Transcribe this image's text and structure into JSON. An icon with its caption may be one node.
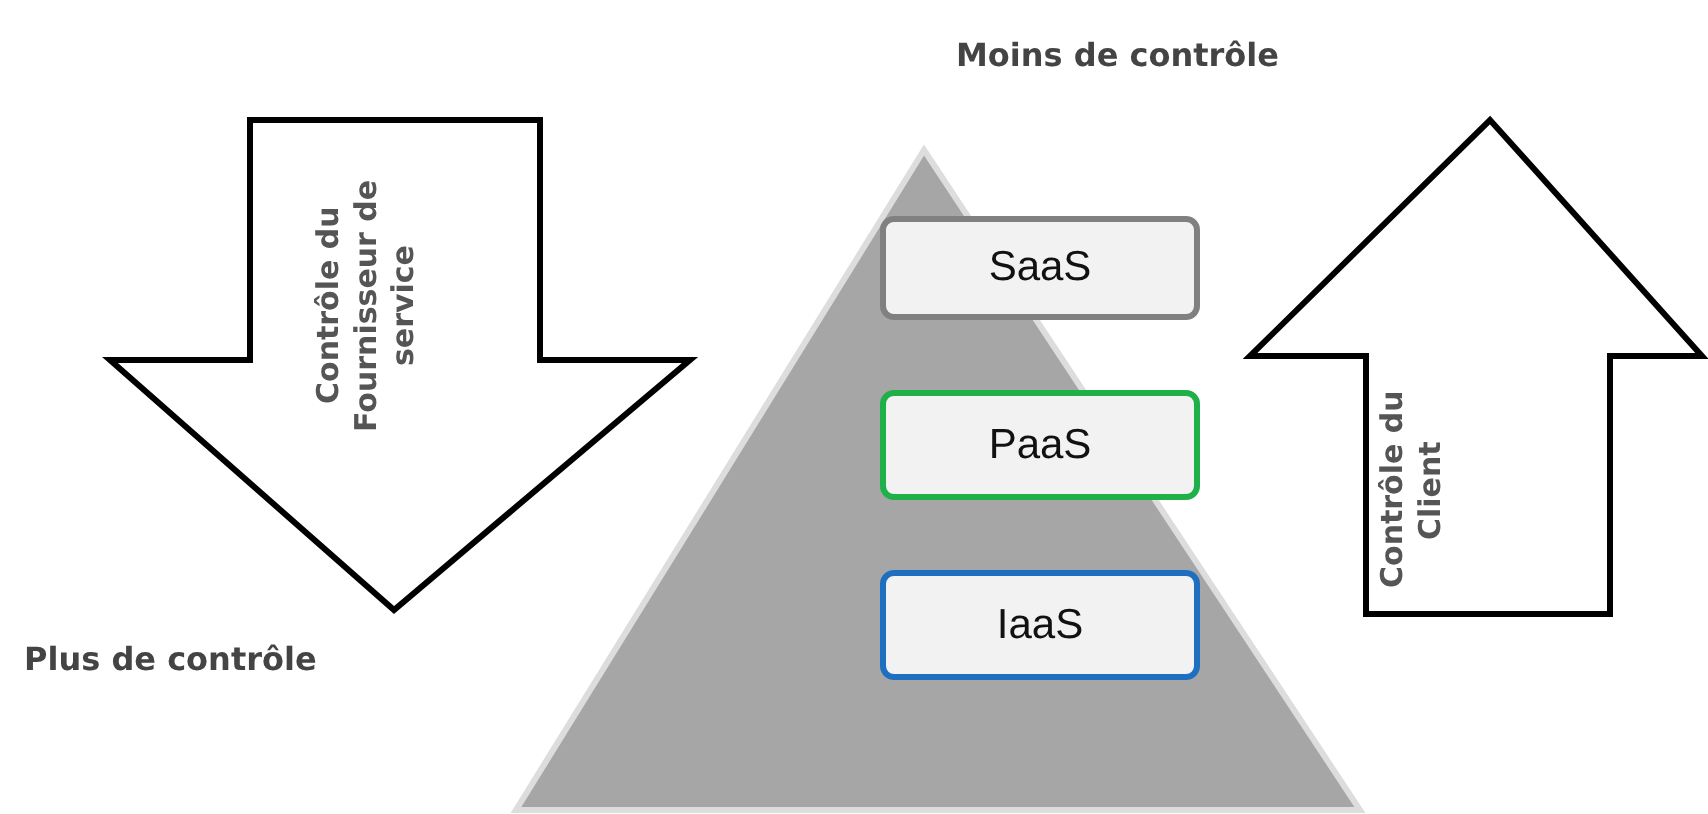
{
  "diagram": {
    "nodes": [
      {
        "text": [
          "Contrôle du Fournisseur de service"
        ]
      },
      {
        "text": [],
        "shape": "triangle"
      },
      {
        "text": [
          "SaaS"
        ],
        "in": 1
      },
      {
        "text": [
          "PaaS"
        ],
        "in": 1
      },
      {
        "text": [
          "IaaS"
        ],
        "in": 1
      },
      {
        "text": [
          "Contrôle du Client"
        ]
      }
    ],
    "edges": [],
    "labels": [
      "Moins de contrôle",
      "Plus de contrôle"
    ]
  }
}
